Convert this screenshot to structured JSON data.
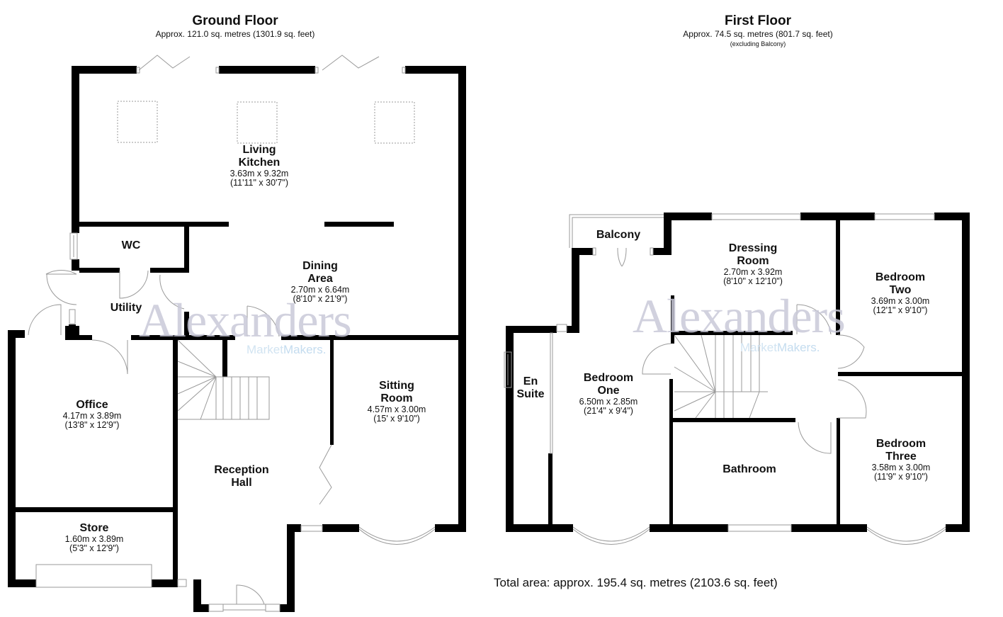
{
  "ground_floor": {
    "title": "Ground Floor",
    "area": "Approx. 121.0 sq. metres (1301.9 sq. feet)",
    "rooms": [
      {
        "name_lines": [
          "Living",
          "Kitchen"
        ],
        "metric": "3.63m x 9.32m",
        "imperial": "(11'11\" x 30'7\")"
      },
      {
        "name_lines": [
          "WC"
        ]
      },
      {
        "name_lines": [
          "Dining",
          "Area"
        ],
        "metric": "2.70m x 6.64m",
        "imperial": "(8'10\" x 21'9\")"
      },
      {
        "name_lines": [
          "Utility"
        ]
      },
      {
        "name_lines": [
          "Office"
        ],
        "metric": "4.17m x 3.89m",
        "imperial": "(13'8\" x 12'9\")"
      },
      {
        "name_lines": [
          "Sitting",
          "Room"
        ],
        "metric": "4.57m x 3.00m",
        "imperial": "(15' x 9'10\")"
      },
      {
        "name_lines": [
          "Reception",
          "Hall"
        ]
      },
      {
        "name_lines": [
          "Store"
        ],
        "metric": "1.60m x 3.89m",
        "imperial": "(5'3\" x 12'9\")"
      }
    ]
  },
  "first_floor": {
    "title": "First Floor",
    "area": "Approx. 74.5 sq. metres (801.7 sq. feet)",
    "note": "(excluding Balcony)",
    "rooms": [
      {
        "name_lines": [
          "Balcony"
        ]
      },
      {
        "name_lines": [
          "Dressing",
          "Room"
        ],
        "metric": "2.70m x 3.92m",
        "imperial": "(8'10\" x 12'10\")"
      },
      {
        "name_lines": [
          "Bedroom",
          "Two"
        ],
        "metric": "3.69m x 3.00m",
        "imperial": "(12'1\" x 9'10\")"
      },
      {
        "name_lines": [
          "En",
          "Suite"
        ]
      },
      {
        "name_lines": [
          "Bedroom",
          "One"
        ],
        "metric": "6.50m x 2.85m",
        "imperial": "(21'4\" x 9'4\")"
      },
      {
        "name_lines": [
          "Bathroom"
        ]
      },
      {
        "name_lines": [
          "Bedroom",
          "Three"
        ],
        "metric": "3.58m x 3.00m",
        "imperial": "(11'9\" x 9'10\")"
      }
    ]
  },
  "total_area": "Total area: approx. 195.4 sq. metres (2103.6 sq. feet)",
  "watermark": {
    "brand": "Alexanders",
    "tagline_part1": "Market",
    "tagline_part2": "Makers."
  },
  "colors": {
    "wall": "#000000",
    "fixture_line": "#9a9a9a",
    "watermark": "#c9c9d9",
    "watermark_tagline": "#d2e4f2"
  }
}
